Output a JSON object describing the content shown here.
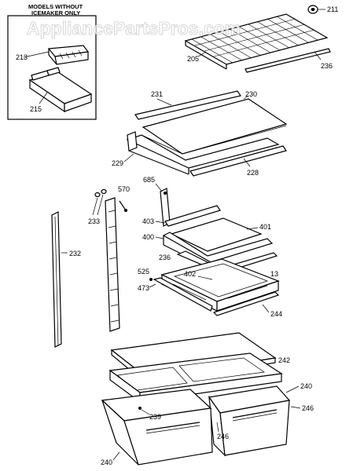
{
  "watermark": "AppliancePartsPros.com",
  "inset": {
    "header_line1": "MODELS WITHOUT",
    "header_line2": "ICEMAKER ONLY"
  },
  "labels": {
    "p211": "211",
    "p205": "205",
    "p236a": "236",
    "p213": "213",
    "p215": "215",
    "p231": "231",
    "p230": "230",
    "p229": "229",
    "p228": "228",
    "p685": "685",
    "p570": "570",
    "p233": "233",
    "p403": "403",
    "p401": "401",
    "p232": "232",
    "p400": "400",
    "p236b": "236",
    "p525": "525",
    "p473": "473",
    "p402": "402",
    "p13": "13",
    "p244": "244",
    "p242": "242",
    "p240a": "240",
    "p239": "239",
    "p246a": "246",
    "p246b": "246",
    "p240b": "240"
  }
}
